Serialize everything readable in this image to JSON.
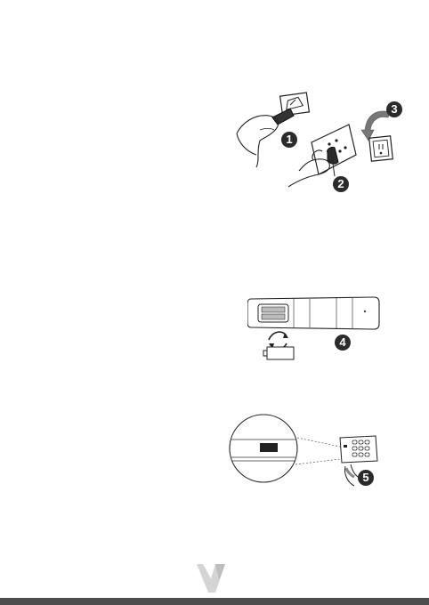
{
  "figures": {
    "power": {
      "steps": [
        "1",
        "2",
        "3"
      ]
    },
    "battery": {
      "steps": [
        "4"
      ]
    },
    "power_on": {
      "steps": [
        "5"
      ]
    }
  },
  "footer": {
    "logo_icon": "v7-logo-icon",
    "bar_color": "#4d4d4d"
  }
}
